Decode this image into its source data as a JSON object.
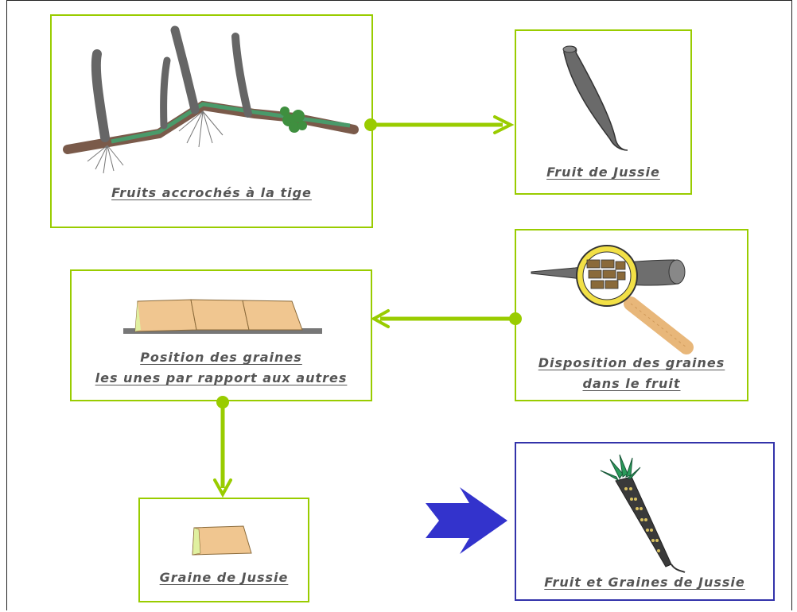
{
  "cards": {
    "stem": {
      "caption": "Fruits accrochés à la tige"
    },
    "fruit": {
      "caption": "Fruit de Jussie"
    },
    "disposition": {
      "caption_line1": "Disposition des graines",
      "caption_line2": "dans le fruit"
    },
    "position": {
      "caption_line1": "Position des graines",
      "caption_line2": "les unes par rapport aux autres"
    },
    "seed": {
      "caption": "Graine de Jussie"
    },
    "fruit_seeds": {
      "caption": "Fruit et Graines de Jussie"
    }
  },
  "colors": {
    "card_border": "#99cc00",
    "final_card_border": "#3333aa",
    "connector": "#99cc00",
    "big_arrow": "#3333cc",
    "caption_text": "#555555"
  }
}
